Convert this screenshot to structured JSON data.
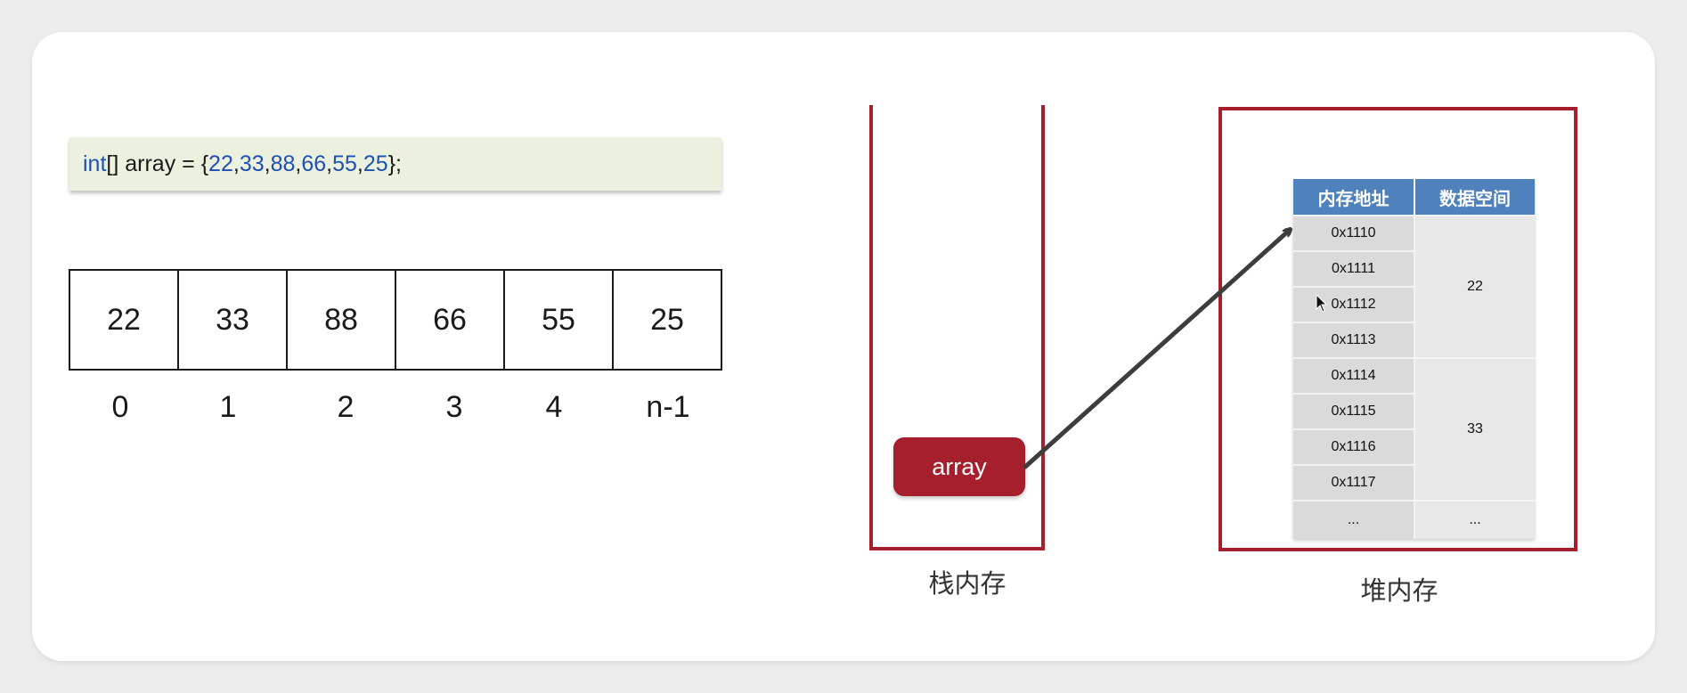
{
  "code": {
    "type_kw": "int",
    "decl": "[] array = {",
    "values": [
      "22",
      "33",
      "88",
      "66",
      "55",
      "25"
    ],
    "end": "};"
  },
  "array_cells": [
    "22",
    "33",
    "88",
    "66",
    "55",
    "25"
  ],
  "indices": [
    "0",
    "1",
    "2",
    "3",
    "4",
    "n-1"
  ],
  "stack": {
    "label": "栈内存",
    "ref": "array"
  },
  "heap": {
    "label": "堆内存",
    "headers": [
      "内存地址",
      "数据空间"
    ],
    "rows": [
      [
        "0x1110",
        "0x1111",
        "0x1112",
        "0x1113"
      ],
      [
        "0x1114",
        "0x1115",
        "0x1116",
        "0x1117"
      ]
    ],
    "row_values": [
      "22",
      "33"
    ],
    "ellipsis_addr": "...",
    "ellipsis_val": "..."
  },
  "colors": {
    "frame": "#a51f2c",
    "header": "#4f81bd",
    "code_bg": "#ebf1de"
  }
}
